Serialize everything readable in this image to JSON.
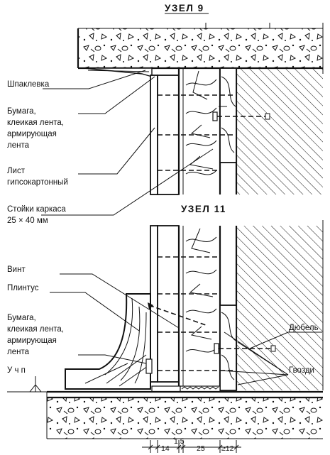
{
  "titles": {
    "node9": "УЗЕЛ 9",
    "node11": "УЗЕЛ 11"
  },
  "labels": {
    "putty": "Шпаклевка",
    "paper_tape_1": [
      "Бумага,",
      "клеикая лента,",
      "армирующая",
      "лента"
    ],
    "gypsum_sheet": [
      "Лист",
      "гипсокартонный"
    ],
    "frame_studs": [
      "Стойки каркаса",
      "25 × 40 мм"
    ],
    "screw": "Винт",
    "baseboard": "Плинтус",
    "paper_tape_2": [
      "Бумага,",
      "клеикая лента,",
      "армирующая",
      "лента"
    ],
    "dowel": "Дюбель",
    "nails": "Гвозди",
    "floor_level": "У ч п"
  },
  "dimensions": [
    "14",
    "1,5",
    "25",
    "≥12"
  ],
  "colors": {
    "ink": "#111111",
    "paper": "#ffffff"
  }
}
